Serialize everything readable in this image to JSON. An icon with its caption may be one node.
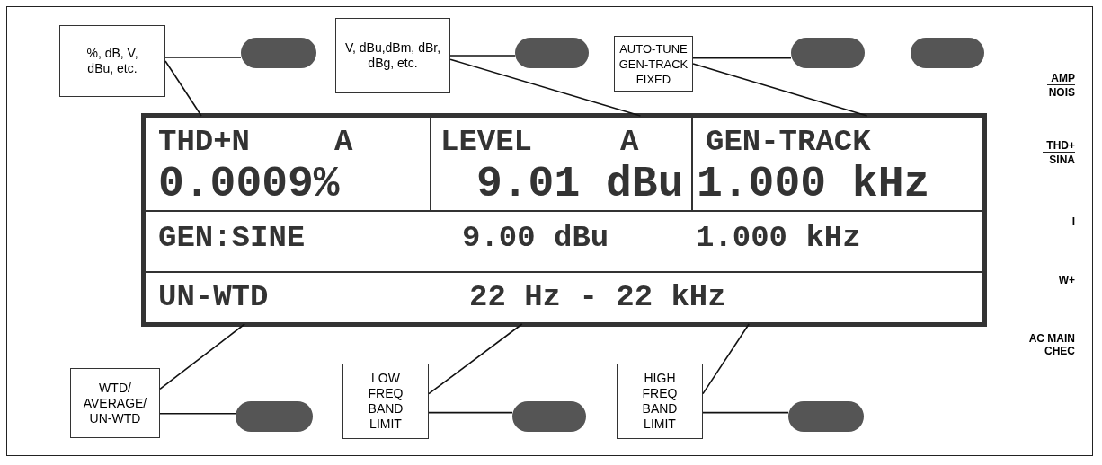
{
  "diagram": {
    "nodes": [
      {
        "text": [
          "%, dB, V, dBu, etc."
        ]
      },
      {
        "text": [],
        "shape": "oval"
      },
      {
        "text": [
          "V, dBu,dBm, dBr, dBg, etc."
        ]
      },
      {
        "text": [],
        "shape": "oval"
      },
      {
        "text": [
          "AUTO-TUNE GEN-TRACK FIXED"
        ]
      },
      {
        "text": [],
        "shape": "oval"
      },
      {
        "text": [],
        "shape": "oval"
      },
      {
        "text": [],
        "shape": "box"
      },
      {
        "text": [
          "THD+N",
          "A",
          "0.0009%"
        ],
        "in": 7
      },
      {
        "text": [
          "LEVEL",
          "A",
          "9.01 dBu"
        ],
        "in": 7
      },
      {
        "text": [
          "GEN-TRACK",
          "1.000 kHz"
        ],
        "in": 7
      },
      {
        "text": [
          "GEN:SINE",
          "9.00 dBu",
          "1.000 kHz"
        ],
        "in": 7
      },
      {
        "text": [
          "UN-WTD",
          "22 Hz - 22 kHz"
        ],
        "in": 7
      },
      {
        "text": [
          "WTD/ AVERAGE/ UN-WTD"
        ]
      },
      {
        "text": [],
        "shape": "oval"
      },
      {
        "text": [
          "LOW FREQ BAND LIMIT"
        ]
      },
      {
        "text": [],
        "shape": "oval"
      },
      {
        "text": [
          "HIGH FREQ BAND LIMIT"
        ]
      },
      {
        "text": [],
        "shape": "oval"
      }
    ],
    "edges": [
      {
        "from": 0,
        "to": 1,
        "arrow": "none"
      },
      {
        "from": 0,
        "to": 8,
        "arrow": "none"
      },
      {
        "from": 2,
        "to": 3,
        "arrow": "none"
      },
      {
        "from": 2,
        "to": 9,
        "arrow": "none"
      },
      {
        "from": 4,
        "to": 5,
        "arrow": "none"
      },
      {
        "from": 4,
        "to": 10,
        "arrow": "none"
      },
      {
        "from": 13,
        "to": 14,
        "arrow": "none"
      },
      {
        "from": 13,
        "to": 12,
        "arrow": "none"
      },
      {
        "from": 15,
        "to": 16,
        "arrow": "none"
      },
      {
        "from": 15,
        "to": 12,
        "arrow": "none"
      },
      {
        "from": 17,
        "to": 18,
        "arrow": "none"
      },
      {
        "from": 17,
        "to": 12,
        "arrow": "none"
      }
    ],
    "labels": [
      "AMP",
      "NOIS",
      "THD+",
      "SINA",
      "I",
      "W+",
      "AC MAIN CHEC"
    ]
  }
}
